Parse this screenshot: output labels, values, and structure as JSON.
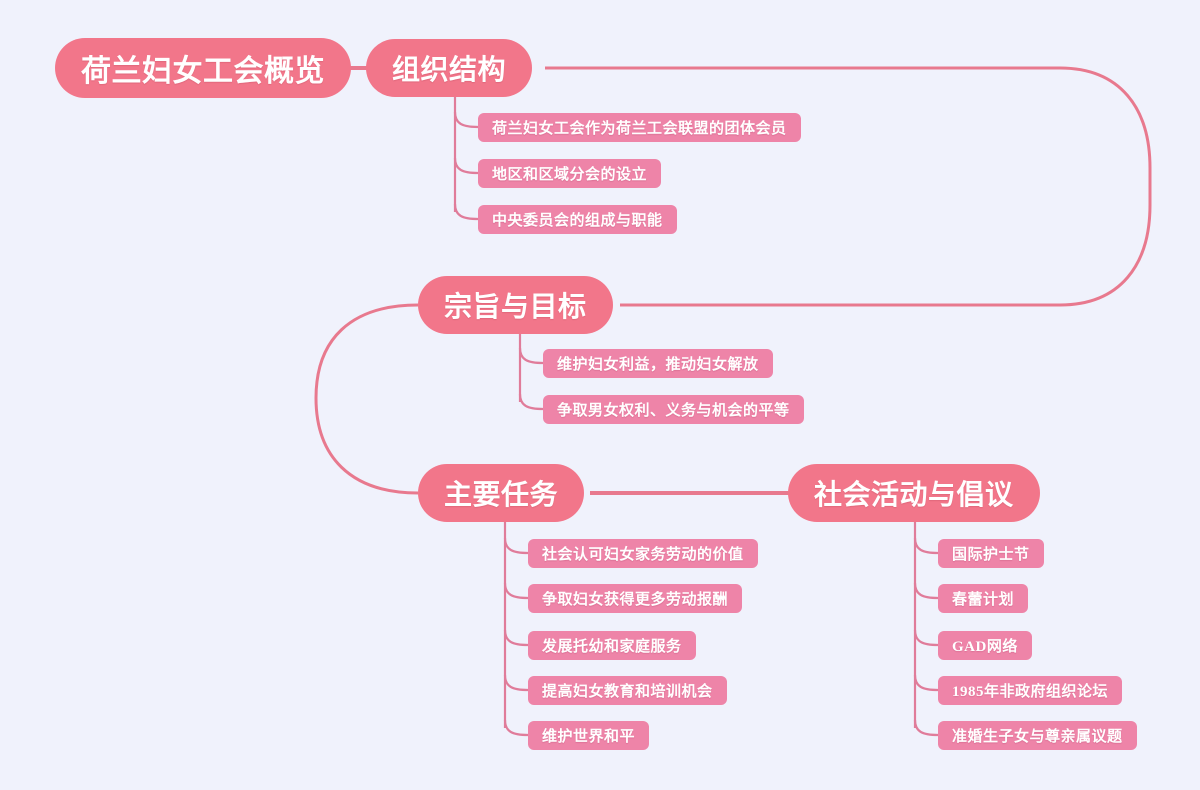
{
  "theme": {
    "background": "#f0f2fc",
    "root_color": "#f2768a",
    "main_color": "#f2768a",
    "leaf_color": "#ee84a8",
    "link_color": "#e8798e",
    "leaf_link_color": "#e07c9a",
    "text_color": "#ffffff"
  },
  "map": {
    "root": {
      "label": "荷兰妇女工会概览"
    },
    "branches": [
      {
        "label": "组织结构",
        "children": [
          {
            "label": "荷兰妇女工会作为荷兰工会联盟的团体会员"
          },
          {
            "label": "地区和区域分会的设立"
          },
          {
            "label": "中央委员会的组成与职能"
          }
        ]
      },
      {
        "label": "宗旨与目标",
        "children": [
          {
            "label": "维护妇女利益，推动妇女解放"
          },
          {
            "label": "争取男女权利、义务与机会的平等"
          }
        ]
      },
      {
        "label": "主要任务",
        "children": [
          {
            "label": "社会认可妇女家务劳动的价值"
          },
          {
            "label": "争取妇女获得更多劳动报酬"
          },
          {
            "label": "发展托幼和家庭服务"
          },
          {
            "label": "提高妇女教育和培训机会"
          },
          {
            "label": "维护世界和平"
          }
        ]
      },
      {
        "label": "社会活动与倡议",
        "children": [
          {
            "label": "国际护士节"
          },
          {
            "label": "春蕾计划"
          },
          {
            "label": "GAD网络"
          },
          {
            "label": "1985年非政府组织论坛"
          },
          {
            "label": "准婚生子女与尊亲属议题"
          }
        ]
      }
    ]
  }
}
